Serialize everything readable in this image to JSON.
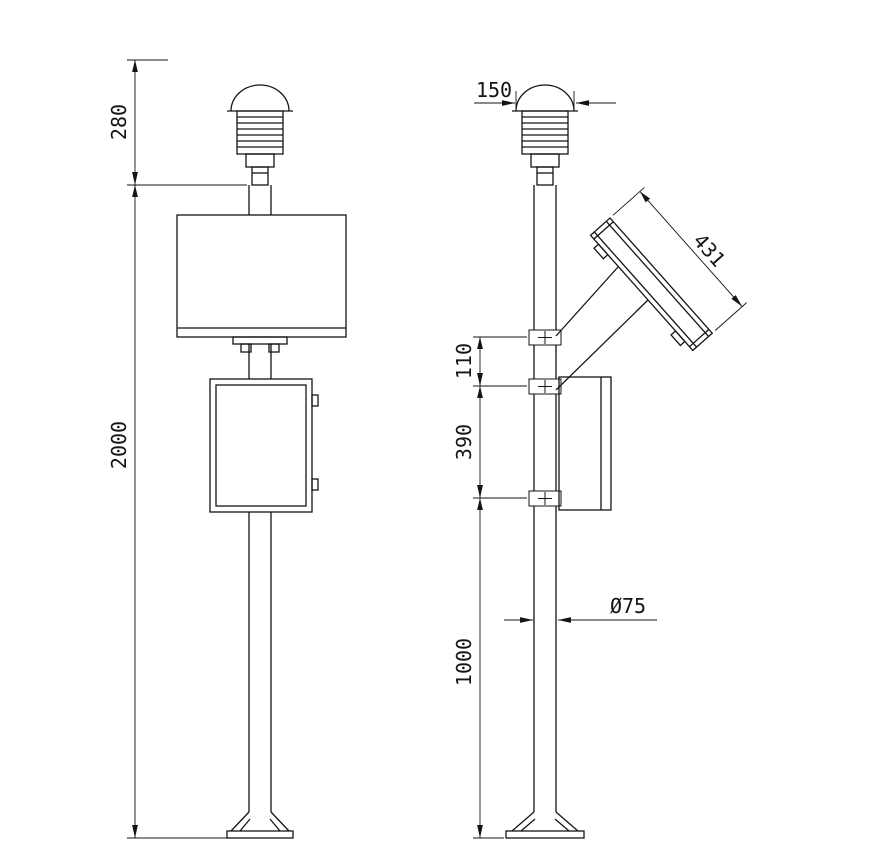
{
  "drawing": {
    "type": "technical-dimension-drawing",
    "subject": "pole-mounted weather / environmental monitoring station, front and side views",
    "colors": {
      "line": "#141414",
      "background": "#ffffff"
    },
    "front_view": {
      "dim_sensor_height": "280",
      "dim_total_height": "2000"
    },
    "side_view": {
      "dim_sensor_width": "150",
      "dim_panel_length": "431",
      "dim_clamp_spacing": "110",
      "dim_box_span": "390",
      "dim_lower_pole": "1000",
      "dim_pole_diameter": "Ø75"
    }
  }
}
